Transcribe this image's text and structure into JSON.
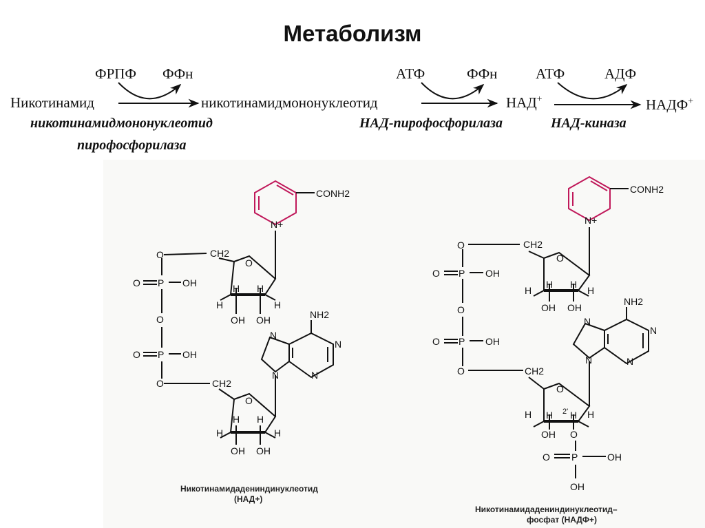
{
  "title": "Метаболизм",
  "reaction": {
    "substrate": "Никотинамид",
    "cofactor1_in": "ФРПФ",
    "cofactor1_out": "ФФн",
    "intermediate": "никотинамидмононуклеотид",
    "enzyme1_line1": "никотинамидмононуклеотид",
    "enzyme1_line2": "пирофосфорилаза",
    "cofactor2_in": "АТФ",
    "cofactor2_out": "ФФн",
    "product1": "НАД",
    "product1_charge": "+",
    "enzyme2": "НАД-пирофосфорилаза",
    "cofactor3_in": "АТФ",
    "cofactor3_out": "АДФ",
    "product2": "НАДФ",
    "product2_charge": "+",
    "enzyme3": "НАД-киназа"
  },
  "structures": {
    "atoms": {
      "conh2": "CONH2",
      "n_plus": "N+",
      "ch2": "CH2",
      "o": "O",
      "p": "P",
      "oh": "OH",
      "h": "H",
      "n": "N",
      "nh2": "NH2",
      "two_prime": "2'"
    },
    "nad_caption_line1": "Никотинамидадениндинуклеотид",
    "nad_caption_line2": "(НАД+)",
    "nadp_caption_line1": "Никотинамидадениндинуклеотид–",
    "nadp_caption_line2": "фосфат (НАДФ+)"
  },
  "colors": {
    "nicotinamide_ring": "#c0185a",
    "text": "#111111",
    "scan_background": "#f9f9f7"
  }
}
